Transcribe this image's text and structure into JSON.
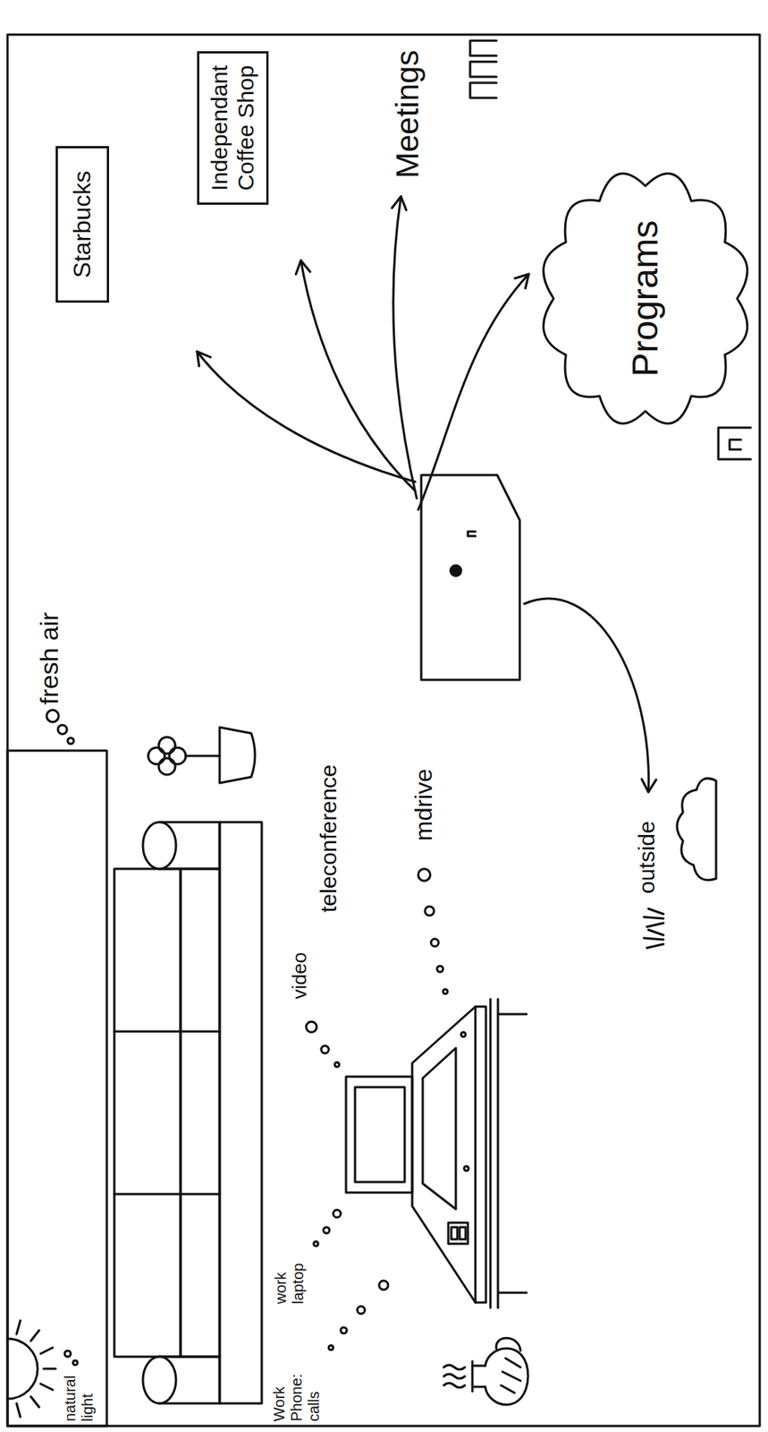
{
  "diagram": {
    "nodes": [
      {
        "text": [
          "Starbucks"
        ]
      },
      {
        "text": [
          "Independant Coffee Shop"
        ]
      },
      {
        "text": [
          "Programs"
        ]
      }
    ],
    "labels": [
      "natural light",
      "fresh air",
      "Work Phone: calls",
      "work laptop",
      "video",
      "teleconference",
      "mdrive",
      "Meetings",
      "outside"
    ]
  }
}
